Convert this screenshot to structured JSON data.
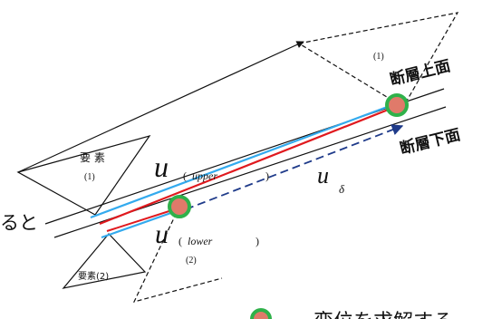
{
  "labels": {
    "fault_upper": "断層上面",
    "fault_lower": "断層下面",
    "element1_name": "要 素",
    "element1_num": "(1)",
    "element2_name": "要素(2)",
    "tri_upper_num": "(1)",
    "tri_lower_num": "(2)",
    "u_symbol": "u",
    "u_upper_open": "(",
    "u_upper_sub": "upper",
    "u_upper_close": ")",
    "u_lower_open": "(",
    "u_lower_sub": "lower",
    "u_lower_close": ")",
    "u_delta_sub": "δ",
    "left_fragment": "ると",
    "legend_fragment": "変位を求解する"
  },
  "colors": {
    "red_line": "#e0191e",
    "cyan_line": "#33aaee",
    "dashed_arrow": "#1f3b8a",
    "node_fill": "#e07a6a",
    "node_ring": "#2fb14a",
    "black": "#111111"
  }
}
